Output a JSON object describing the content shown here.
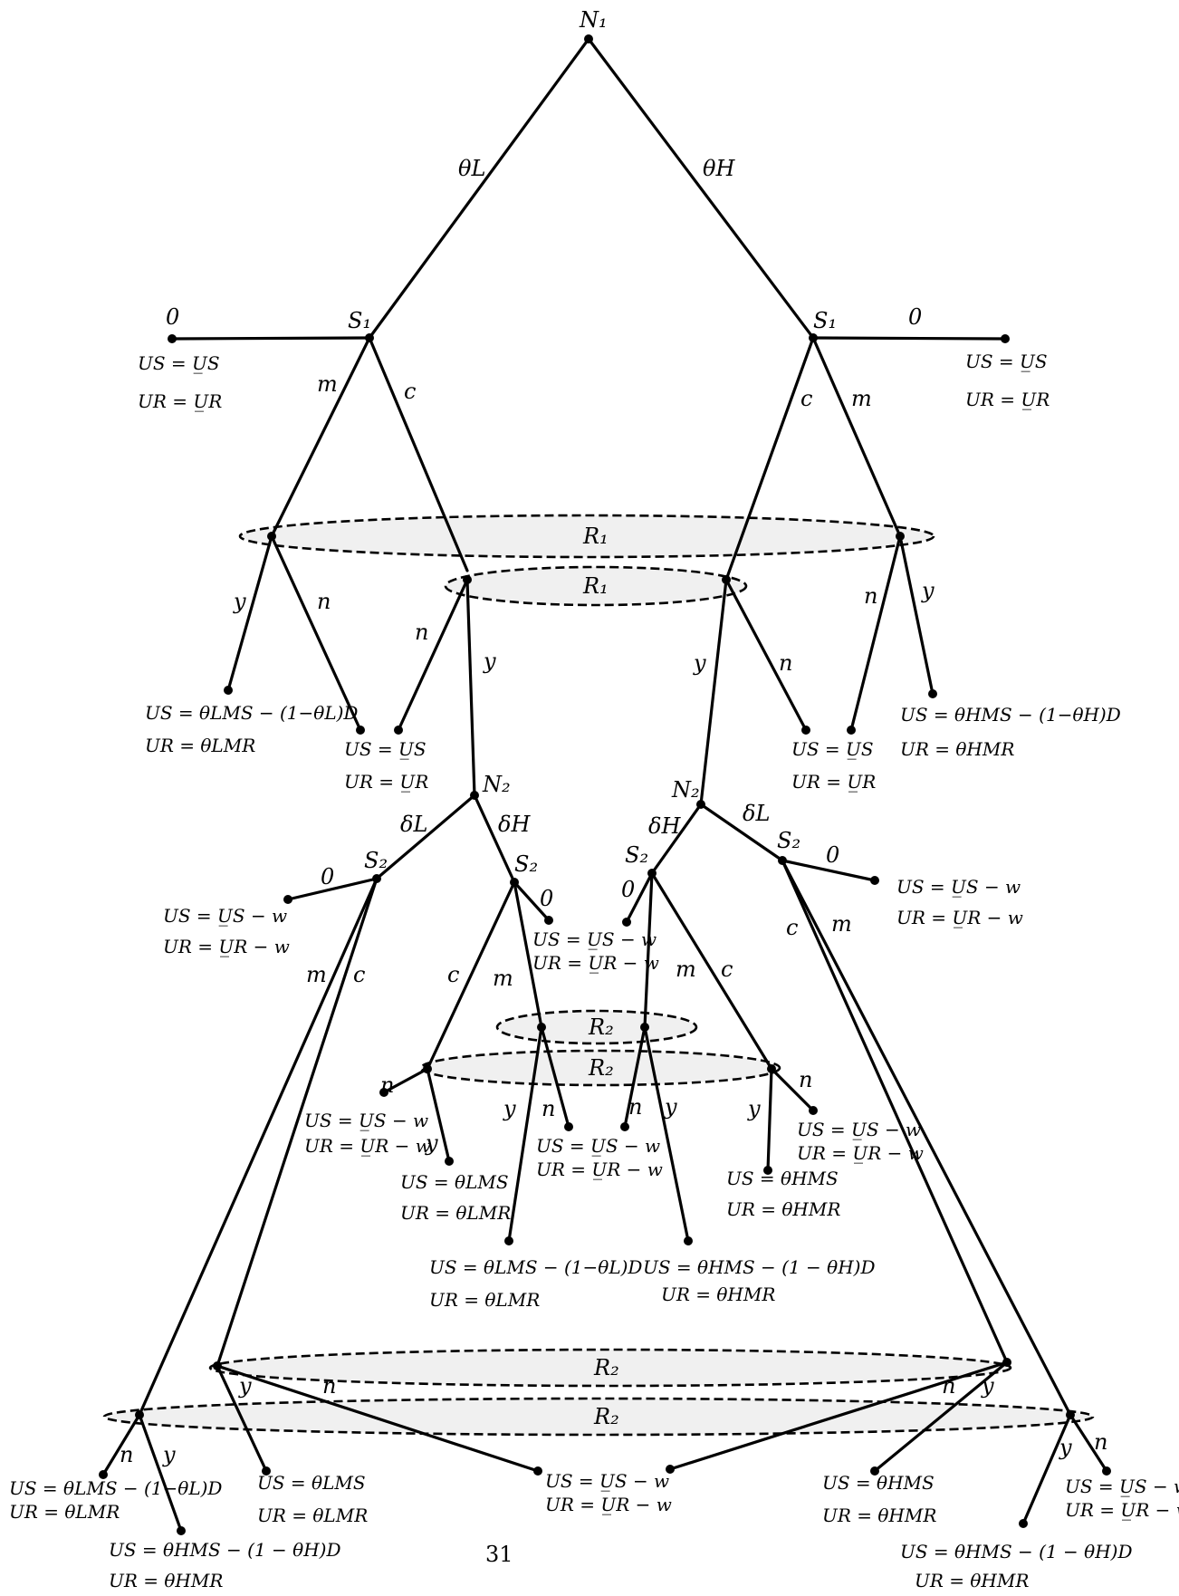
{
  "nodes": {
    "n1": "N₁",
    "s1_left": "S₁",
    "s1_right": "S₁",
    "n2_left": "N₂",
    "n2_right": "N₂",
    "s2_ll": "S₂",
    "s2_lr": "S₂",
    "s2_rl": "S₂",
    "s2_rr": "S₂"
  },
  "edges": {
    "theta_l": "θL",
    "theta_h": "θH",
    "zero": "0",
    "m": "m",
    "c": "c",
    "y": "y",
    "n": "n",
    "delta_l": "δL",
    "delta_h": "δH"
  },
  "info_sets": {
    "r1": "R₁",
    "r2": "R₂"
  },
  "payoffs": {
    "p01": [
      "US = U̲S",
      "UR = U̲R"
    ],
    "p02": [
      "US = U̲S",
      "UR = U̲R"
    ],
    "p03": [
      "US = θLMS − (1−θL)D",
      "UR = θLMR"
    ],
    "p04": [
      "US = U̲S",
      "UR = U̲R"
    ],
    "p05": [
      "US = U̲S",
      "UR = U̲R"
    ],
    "p06": [
      "US = θHMS − (1−θH)D",
      "UR = θHMR"
    ],
    "p07": [
      "US = U̲S − w",
      "UR = U̲R − w"
    ],
    "p08": [
      "US = U̲S − w",
      "UR = U̲R − w"
    ],
    "p09": [
      "US = U̲S − w",
      "UR = U̲R − w"
    ],
    "p10": [
      "US = U̲S − w",
      "UR = U̲R − w"
    ],
    "p11": [
      "US = U̲S − w",
      "UR = U̲R − w"
    ],
    "p12": [
      "US = θLMS",
      "UR = θLMR"
    ],
    "p13": [
      "US = θHMS",
      "UR = θHMR"
    ],
    "p14": [
      "US = θLMS − (1−θL)D",
      "UR = θLMR"
    ],
    "p15": [
      "US = θHMS − (1 − θH)D",
      "UR = θHMR"
    ],
    "p16": [
      "US = U̲S − w",
      "UR = U̲R − w"
    ],
    "p17": [
      "US = θLMS",
      "UR = θLMR"
    ],
    "p18": [
      "US = U̲S − w",
      "UR = U̲R − w"
    ],
    "p19": [
      "US = θHMS",
      "UR = θHMR"
    ],
    "p20": [
      "US = U̲S − w",
      "UR = U̲R − w"
    ],
    "p21": [
      "US = θLMS − (1−θL)D",
      "UR = θLMR"
    ],
    "p22": [
      "US = θHMS − (1 − θH)D",
      "UR = θHMR"
    ]
  },
  "page_number": "31"
}
